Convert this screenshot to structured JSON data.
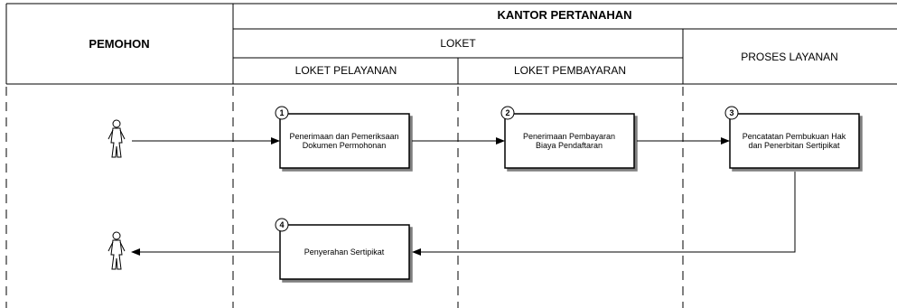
{
  "header": {
    "pemohon": "PEMOHON",
    "kantor": "KANTOR PERTANAHAN",
    "loket": "LOKET",
    "loket_pelayanan": "LOKET PELAYANAN",
    "loket_pembayaran": "LOKET PEMBAYARAN",
    "proses_layanan": "PROSES LAYANAN"
  },
  "steps": [
    {
      "number": "1",
      "line1": "Penerimaan dan Pemeriksaan",
      "line2": "Dokumen Permohonan"
    },
    {
      "number": "2",
      "line1": "Penerimaan Pembayaran",
      "line2": "Biaya Pendaftaran"
    },
    {
      "number": "3",
      "line1": "Pencatatan  Pembukuan Hak",
      "line2": "dan Penerbitan Sertipikat"
    },
    {
      "number": "4",
      "line1": "Penyerahan Sertipikat",
      "line2": ""
    }
  ],
  "icons": [
    "person-icon",
    "person-icon"
  ]
}
